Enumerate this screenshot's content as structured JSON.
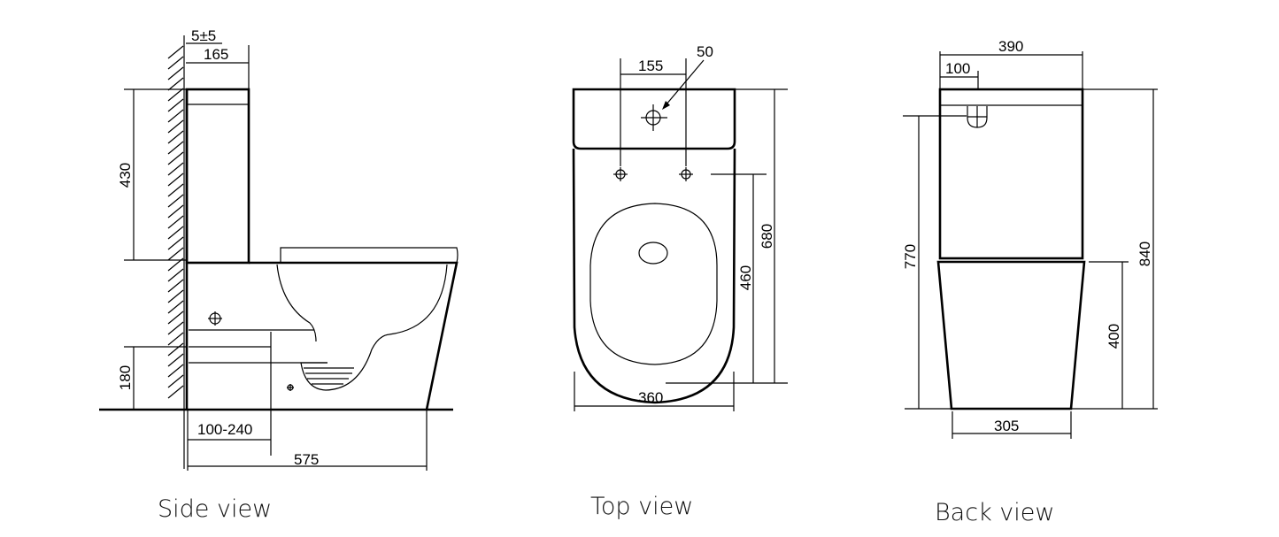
{
  "side_view": {
    "label": "Side view",
    "dims": {
      "offset": "5±5",
      "tank_depth": "165",
      "tank_height": "430",
      "outlet_height": "180",
      "setout": "100-240",
      "length": "575"
    }
  },
  "top_view": {
    "label": "Top view",
    "dims": {
      "hole_spacing": "155",
      "button_hole": "50",
      "overall_length": "680",
      "hinge_to_front": "460",
      "width": "360"
    }
  },
  "back_view": {
    "label": "Back view",
    "dims": {
      "tank_width": "390",
      "inlet_offset": "100",
      "inlet_height": "770",
      "overall_height": "840",
      "pan_height": "400",
      "base_width": "305"
    }
  },
  "colors": {
    "line": "#000000",
    "background": "#ffffff"
  }
}
